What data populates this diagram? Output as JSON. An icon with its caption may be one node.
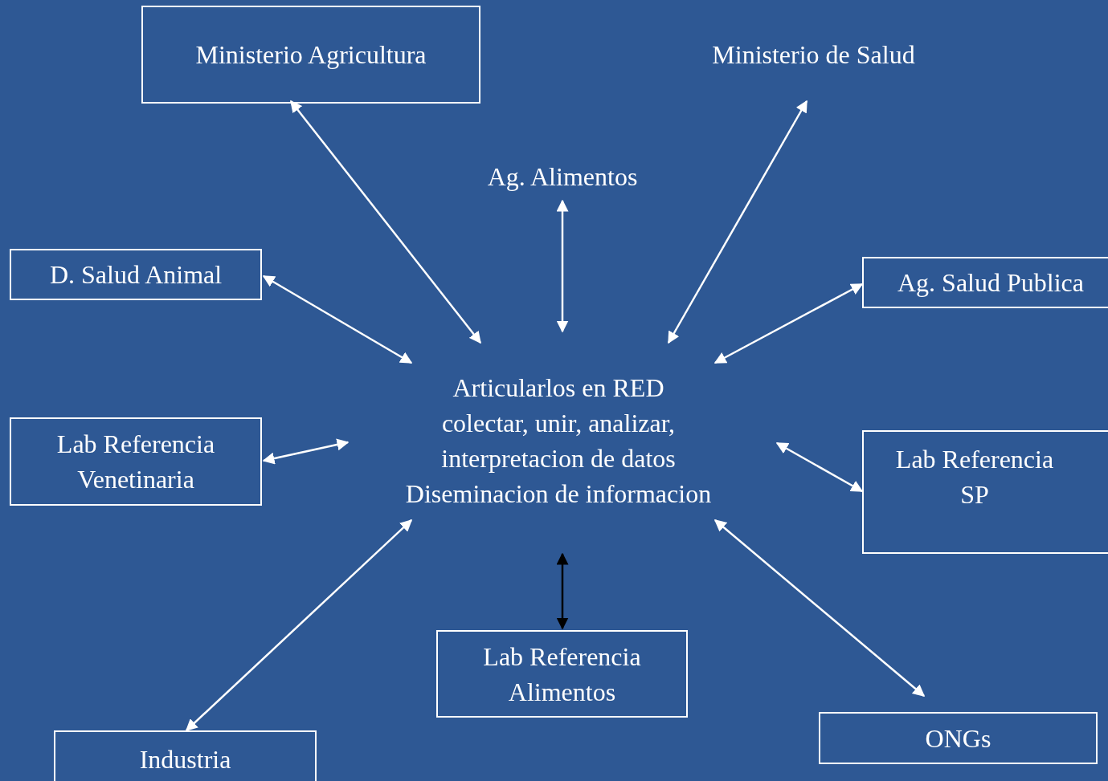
{
  "diagram": {
    "nodes": [
      {
        "text": [
          "Ministerio Agricultura"
        ]
      },
      {
        "text": [
          "Ministerio de Salud"
        ]
      },
      {
        "text": [
          "Ag. Alimentos"
        ]
      },
      {
        "text": [
          "D. Salud Animal"
        ]
      },
      {
        "text": [
          "Ag. Salud Publica"
        ]
      },
      {
        "text": [
          "Articularlos en RED",
          "colectar, unir, analizar, interpretacion de datos",
          "Diseminacion de informacion"
        ]
      },
      {
        "text": [
          "Lab Referencia Venetinaria"
        ]
      },
      {
        "text": [
          "Lab Referencia SP"
        ]
      },
      {
        "text": [
          "Lab Referencia Alimentos"
        ]
      },
      {
        "text": [
          "Industria"
        ]
      },
      {
        "text": [
          "ONGs"
        ]
      }
    ],
    "edges": [
      {
        "from": 5,
        "to": 0,
        "arrow": "both"
      },
      {
        "from": 5,
        "to": 1,
        "arrow": "both"
      },
      {
        "from": 5,
        "to": 2,
        "arrow": "both"
      },
      {
        "from": 5,
        "to": 3,
        "arrow": "both"
      },
      {
        "from": 5,
        "to": 4,
        "arrow": "both"
      },
      {
        "from": 5,
        "to": 6,
        "arrow": "both"
      },
      {
        "from": 5,
        "to": 7,
        "arrow": "both"
      },
      {
        "from": 5,
        "to": 8,
        "arrow": "both",
        "color": "#000000"
      },
      {
        "from": 5,
        "to": 9,
        "arrow": "both"
      },
      {
        "from": 5,
        "to": 10,
        "arrow": "both"
      }
    ]
  }
}
